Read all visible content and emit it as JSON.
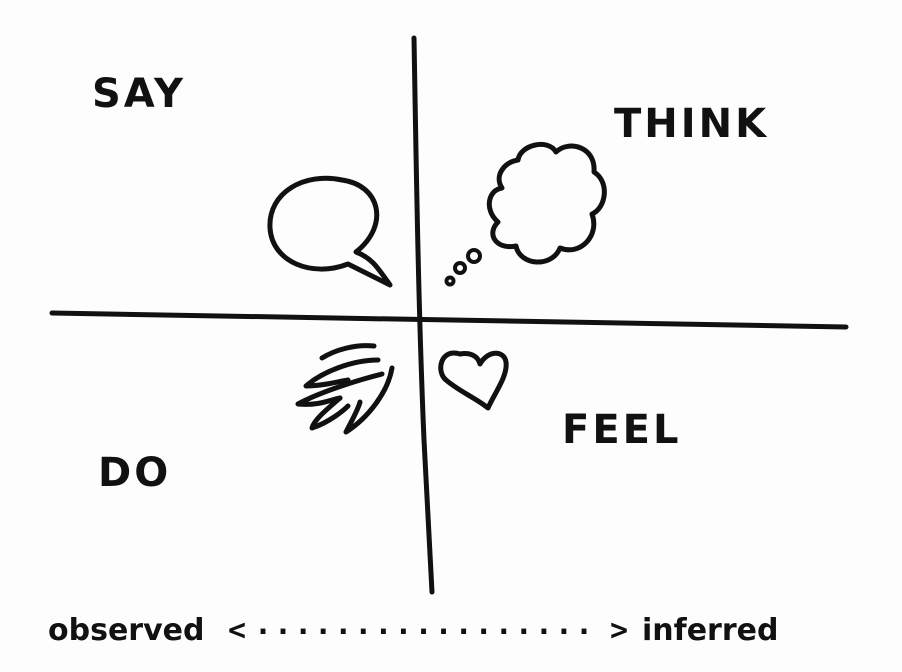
{
  "quadrants": {
    "say": "SAY",
    "think": "THINK",
    "do": "DO",
    "feel": "FEEL"
  },
  "scale": {
    "left": "observed",
    "right": "inferred",
    "arrow_left": "<",
    "arrow_right": ">",
    "dots": "................."
  }
}
